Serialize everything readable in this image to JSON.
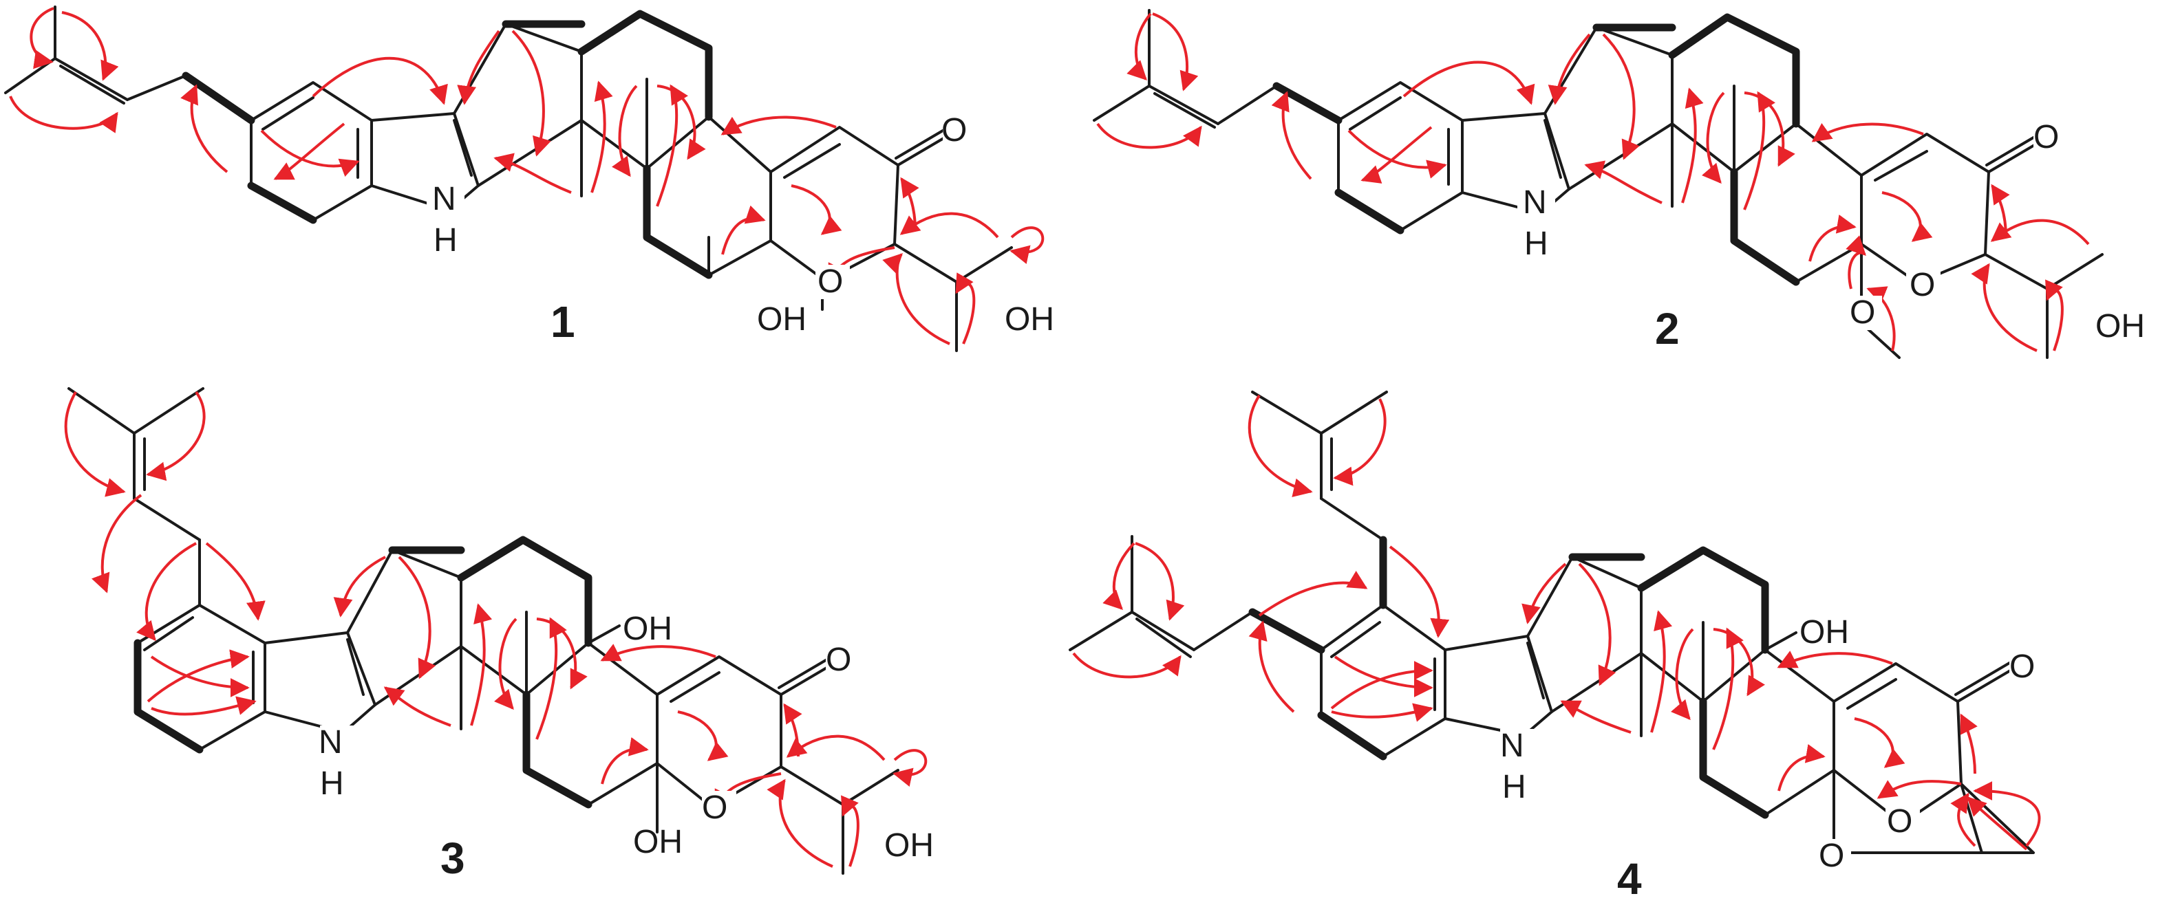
{
  "compounds": [
    {
      "label": "1"
    },
    {
      "label": "2"
    },
    {
      "label": "3"
    },
    {
      "label": "4"
    }
  ],
  "atoms": {
    "nh": "N",
    "h": "H",
    "o": "O",
    "oh": "OH"
  },
  "colors": {
    "bond": "#1a1a1a",
    "hmbc_arrow": "#e8232a"
  }
}
